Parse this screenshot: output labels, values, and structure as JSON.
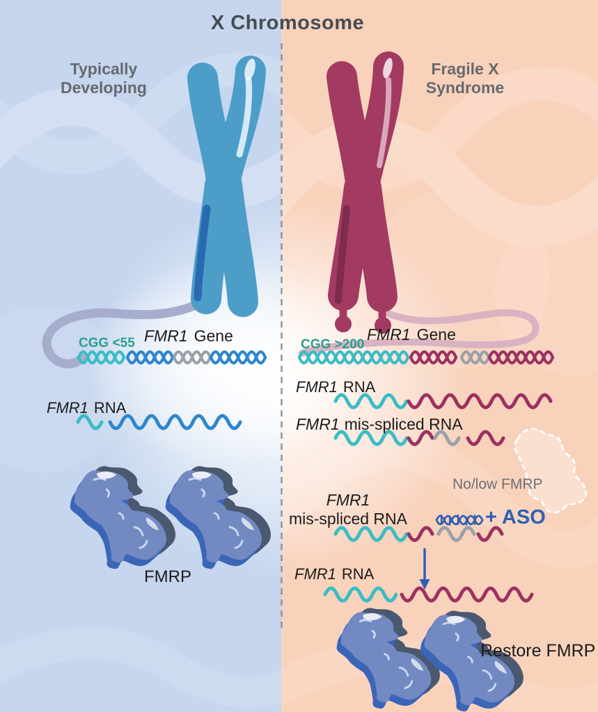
{
  "title": "X Chromosome",
  "left_panel": {
    "label": "Typically Developing",
    "cgg": "CGG <55",
    "gene_name": "FMR1",
    "gene_word": "Gene",
    "rna_name": "FMR1",
    "rna_word": "RNA",
    "protein_label": "FMRP"
  },
  "right_panel": {
    "label": "Fragile X Syndrome",
    "cgg": "CGG >200",
    "gene_name": "FMR1",
    "gene_word": "Gene",
    "rna_name": "FMR1",
    "rna_word": "RNA",
    "mis_name": "FMR1",
    "mis_word": "mis-spliced RNA",
    "no_low": "No/low FMRP",
    "aso_line1": "FMR1",
    "aso_line2": "mis-spliced RNA",
    "aso_plus": "+ ASO",
    "restored_name": "FMR1",
    "restored_word": "RNA",
    "restore_label": "Restore FMRP"
  },
  "colors": {
    "left_bg": "#c5d6ee",
    "right_bg": "#f9d2bc",
    "left_watermark": "#d8e2f4",
    "right_watermark": "#fbdfce",
    "divider": "#8b909a",
    "chromosome_blue": "#4d9dc9",
    "chromosome_blue_dark": "#2a6ab1",
    "chromosome_blue_light": "#daeef8",
    "chromosome_maroon": "#a23a62",
    "chromosome_maroon_dark": "#7e2b4d",
    "chromosome_maroon_light": "#dcaebd",
    "curl_left": "#a7aecd",
    "curl_right": "#d9b3c1",
    "teal": "#3bbcc4",
    "cgg_text": "#2a9d8f",
    "blue_wave": "#2e86cf",
    "gray_wave": "#9aa1a8",
    "maroon_wave": "#9c3160",
    "aso_blue": "#2f5fb3",
    "protein_mid": "#7289c2",
    "protein_bright": "#3b66b8",
    "protein_slate": "#4a5870",
    "protein_light": "#c8d6ef",
    "ghost_fill": "#fdeadf",
    "title_text": "#474c52",
    "label_text": "#66696f",
    "body_text": "#1b1b1b",
    "no_low_text": "#6d7176"
  }
}
